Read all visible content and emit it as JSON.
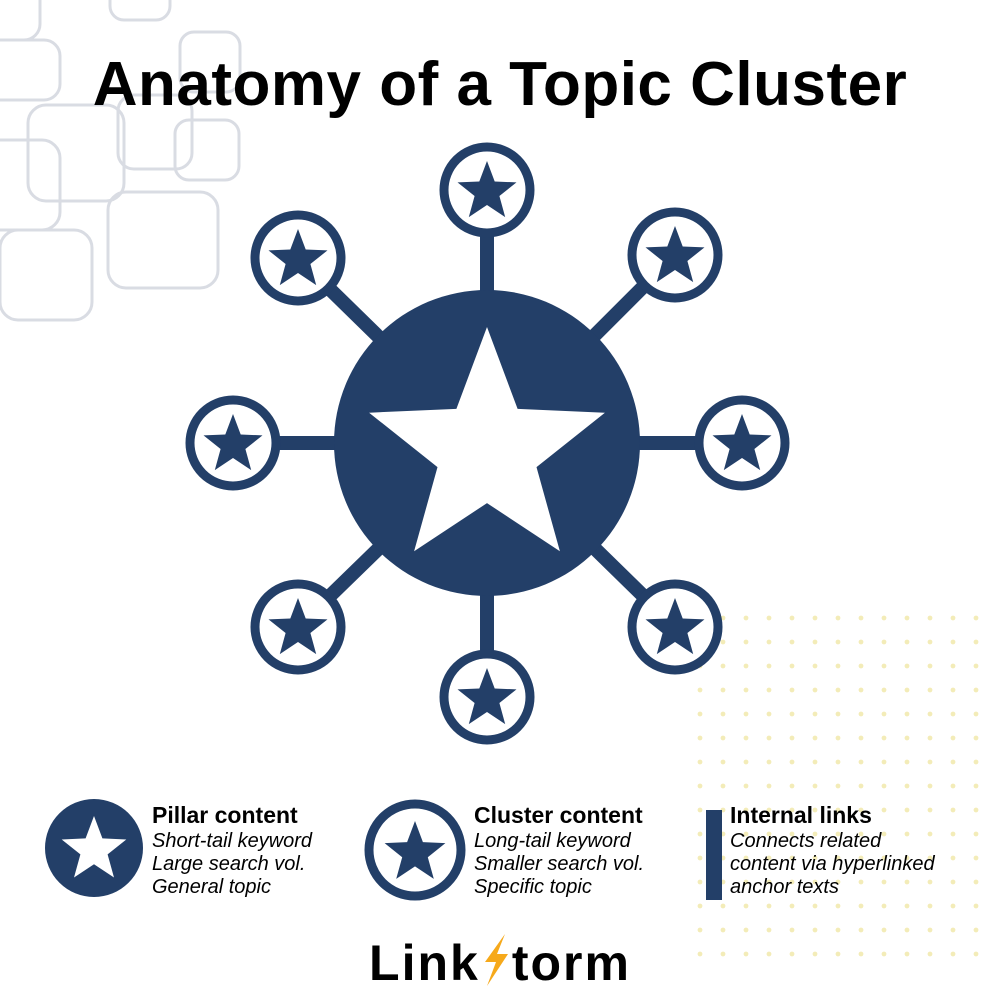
{
  "title": "Anatomy of a Topic Cluster",
  "colors": {
    "navy": "#233f68",
    "accent": "#f6a91b",
    "decor_squares": "#d9dce3",
    "decor_dots": "#f3ecb8"
  },
  "diagram": {
    "center": {
      "type": "pillar",
      "icon": "star-icon"
    },
    "spokes": [
      {
        "type": "cluster",
        "icon": "star-icon",
        "direction": "top"
      },
      {
        "type": "cluster",
        "icon": "star-icon",
        "direction": "top-right"
      },
      {
        "type": "cluster",
        "icon": "star-icon",
        "direction": "right"
      },
      {
        "type": "cluster",
        "icon": "star-icon",
        "direction": "bottom-right"
      },
      {
        "type": "cluster",
        "icon": "star-icon",
        "direction": "bottom"
      },
      {
        "type": "cluster",
        "icon": "star-icon",
        "direction": "bottom-left"
      },
      {
        "type": "cluster",
        "icon": "star-icon",
        "direction": "left"
      },
      {
        "type": "cluster",
        "icon": "star-icon",
        "direction": "top-left"
      }
    ]
  },
  "legend": {
    "pillar": {
      "title": "Pillar content",
      "lines": [
        "Short-tail keyword",
        "Large search vol.",
        "General topic"
      ]
    },
    "cluster": {
      "title": "Cluster content",
      "lines": [
        "Long-tail keyword",
        "Smaller search vol.",
        "Specific topic"
      ]
    },
    "links": {
      "title": "Internal links",
      "lines": [
        "Connects related",
        "content via hyperlinked",
        "anchor texts"
      ]
    }
  },
  "brand": {
    "part1": "Link",
    "part2": "torm",
    "icon": "lightning-bolt-icon"
  }
}
